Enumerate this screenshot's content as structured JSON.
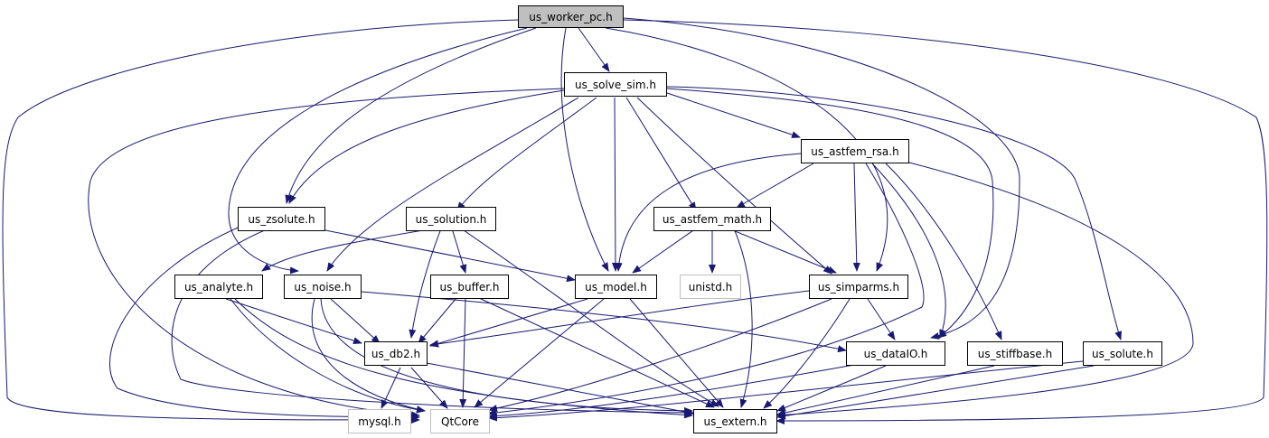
{
  "colors": {
    "edge": "#191970",
    "border": "#000000",
    "system_border": "#bfbfbf",
    "root_fill": "#bfbfbf",
    "fill": "#ffffff"
  },
  "nodes": {
    "us_worker_pc": {
      "label": "us_worker_pc.h"
    },
    "us_solve_sim": {
      "label": "us_solve_sim.h"
    },
    "us_astfem_rsa": {
      "label": "us_astfem_rsa.h"
    },
    "us_zsolute": {
      "label": "us_zsolute.h"
    },
    "us_solution": {
      "label": "us_solution.h"
    },
    "us_astfem_math": {
      "label": "us_astfem_math.h"
    },
    "us_analyte": {
      "label": "us_analyte.h"
    },
    "us_noise": {
      "label": "us_noise.h"
    },
    "us_buffer": {
      "label": "us_buffer.h"
    },
    "us_model": {
      "label": "us_model.h"
    },
    "unistd": {
      "label": "unistd.h"
    },
    "us_simparms": {
      "label": "us_simparms.h"
    },
    "us_db2": {
      "label": "us_db2.h"
    },
    "us_dataIO": {
      "label": "us_dataIO.h"
    },
    "us_stiffbase": {
      "label": "us_stiffbase.h"
    },
    "us_solute": {
      "label": "us_solute.h"
    },
    "mysql": {
      "label": "mysql.h"
    },
    "QtCore": {
      "label": "QtCore"
    },
    "us_extern": {
      "label": "us_extern.h"
    }
  }
}
